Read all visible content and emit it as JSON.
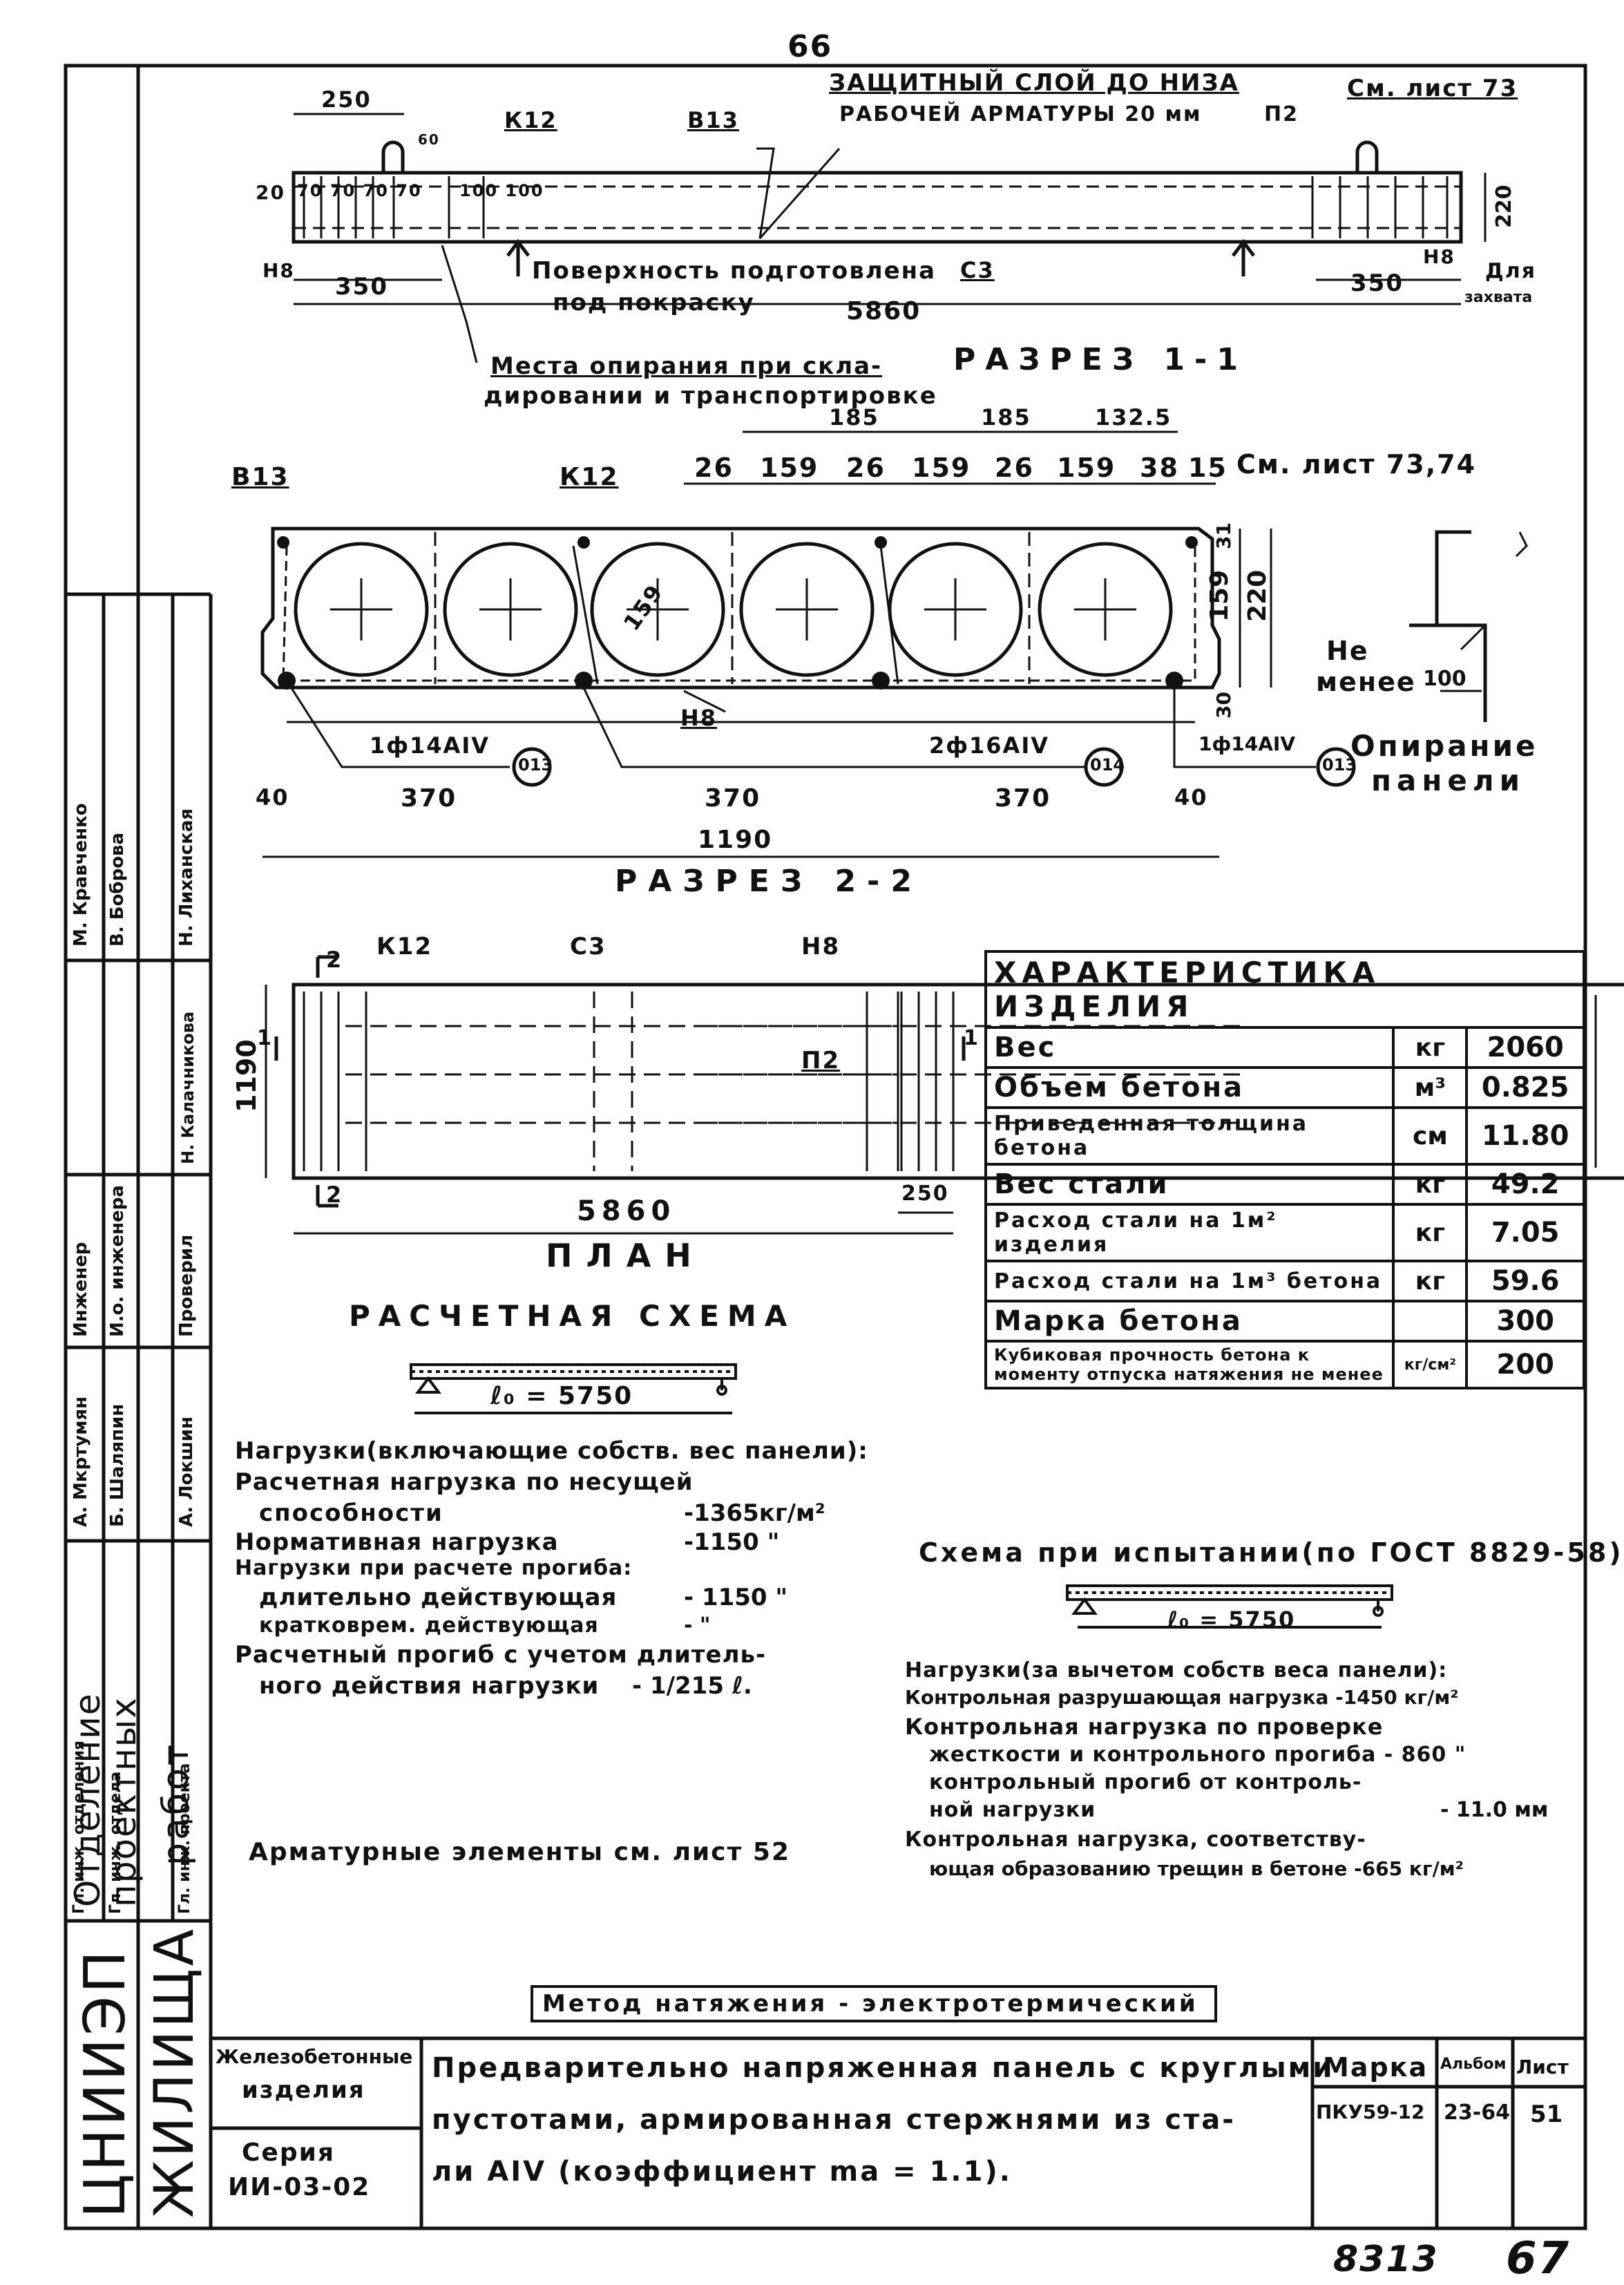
{
  "page": {
    "top_number": "66",
    "bottom_number": "67",
    "bottom_code": "8313"
  },
  "section1": {
    "title": "РАЗРЕЗ 1-1",
    "note_protect": "ЗАЩИТНЫЙ СЛОЙ ДО НИЗА",
    "note_protect2": "РАБОЧЕЙ АРМАТУРЫ 20 мм",
    "see_sheet": "См. лист 73",
    "label_p2": "П2",
    "label_k12": "К12",
    "label_v13": "В13",
    "label_n8_left": "Н8",
    "label_n8_right": "Н8",
    "label_c3": "С3",
    "dim_250": "250",
    "dim_60": "60",
    "dim_20": "20",
    "dim_spacing": "70 70 70 70",
    "dim_100": "100 100",
    "dim_350_left": "350",
    "dim_350_right": "350",
    "dim_220": "220",
    "dim_5860": "5860",
    "note_surface": "Поверхность подготовлена",
    "note_surface2": "под покраску",
    "note_grip": "Для",
    "note_grip2": "захвата",
    "note_support": "Места опирания при скла-",
    "note_support2": "дировании и транспортировке"
  },
  "section2": {
    "title": "РАЗРЕЗ 2-2",
    "label_v13": "В13",
    "label_k12": "К12",
    "label_n8": "Н8",
    "see_sheet": "См. лист 73,74",
    "dims_top": [
      "185",
      "185",
      "132.5"
    ],
    "dims_row": [
      "26",
      "159",
      "26",
      "159",
      "26",
      "159",
      "38",
      "15"
    ],
    "dim_diam": "159",
    "dim_31": "31",
    "dim_159v": "159",
    "dim_220v": "220",
    "dim_30": "30",
    "bar_left": "1ф14АIV",
    "bar_mid": "2ф16АIV",
    "bar_right": "1ф14АIV",
    "circle_left": "013",
    "circle_mid": "014",
    "circle_right": "013",
    "dims_bottom": [
      "40",
      "370",
      "370",
      "370",
      "40"
    ],
    "dim_total": "1190"
  },
  "support": {
    "label1": "Не",
    "label2": "менее",
    "dim": "100",
    "title1": "Опирание",
    "title2": "панели"
  },
  "plan": {
    "title": "ПЛАН",
    "label_k12": "К12",
    "label_c3": "С3",
    "label_n8": "Н8",
    "label_p2": "П2",
    "mark_2_top": "2",
    "mark_2_bottom": "2",
    "mark_1_left": "1",
    "mark_1_right": "1",
    "dim_1190": "1190",
    "dim_5860": "5860",
    "dim_250": "250"
  },
  "characteristics": {
    "title": "ХАРАКТЕРИСТИКА ИЗДЕЛИЯ",
    "rows": [
      {
        "name": "Вес",
        "unit": "кг",
        "value": "2060"
      },
      {
        "name": "Объем бетона",
        "unit": "м³",
        "value": "0.825"
      },
      {
        "name": "Приведенная толщина бетона",
        "unit": "см",
        "value": "11.80"
      },
      {
        "name": "Вес стали",
        "unit": "кг",
        "value": "49.2"
      },
      {
        "name": "Расход стали на 1м² изделия",
        "unit": "кг",
        "value": "7.05"
      },
      {
        "name": "Расход стали на 1м³ бетона",
        "unit": "кг",
        "value": "59.6"
      },
      {
        "name": "Марка бетона",
        "unit": "",
        "value": "300"
      },
      {
        "name": "Кубиковая прочность бетона к моменту отпуска натяжения не менее",
        "unit": "кг/см²",
        "value": "200"
      }
    ]
  },
  "calc_scheme": {
    "title": "РАСЧЕТНАЯ СХЕМА",
    "span": "ℓ₀ = 5750",
    "loads_header": "Нагрузки(включающие собств. вес панели):",
    "line1": "Расчетная нагрузка по несущей",
    "line2": "способности",
    "line2_val": "-1365кг/м²",
    "line3": "Нормативная нагрузка",
    "line3_val": "-1150 \"",
    "line4": "Нагрузки при расчете прогиба:",
    "line5": "длительно действующая",
    "line5_val": "- 1150 \"",
    "line6": "кратковрем. действующая",
    "line6_val": "- \"",
    "line7": "Расчетный прогиб с учетом длитель-",
    "line8": "ного действия нагрузки",
    "line8_val": "- 1/215 ℓ."
  },
  "test_scheme": {
    "title": "Схема при испытании(по ГОСТ 8829-58)",
    "span": "ℓ₀ = 5750",
    "line1": "Нагрузки(за вычетом собств веса панели):",
    "line2": "Контрольная разрушающая нагрузка -1450 кг/м²",
    "line3": "Контрольная нагрузка по проверке",
    "line4": "жесткости и контрольного прогиба - 860 \"",
    "line5": "контрольный прогиб от контроль-",
    "line6": "ной нагрузки",
    "line6_val": "- 11.0 мм",
    "line7": "Контрольная нагрузка, соответству-",
    "line8": "ющая образованию трещин в бетоне -665 кг/м²"
  },
  "notes": {
    "armature": "Арматурные элементы см. лист 52",
    "method": "Метод натяжения - электротермический"
  },
  "title_block": {
    "org1": "ЦНИИЭП",
    "org2": "ЖИЛИЩА",
    "dept1": "Отделение",
    "dept2": "проектных",
    "dept3": "работ",
    "product_type1": "Железобетонные",
    "product_type2": "изделия",
    "series_label": "Серия",
    "series": "ИИ-03-02",
    "description1": "Предварительно напряженная панель с круглыми",
    "description2": "пустотами, армированная стержнями из ста-",
    "description3": "ли АIV (коэффициент mа = 1.1).",
    "mark_header": "Марка",
    "album_header": "Альбом",
    "sheet_header": "Лист",
    "mark": "ПКУ59-12",
    "album": "23-64",
    "sheet": "51"
  },
  "staff": [
    {
      "role": "Гл. инж. отделения",
      "name": "М. Кравченко"
    },
    {
      "role": "Гл. инж. отдела",
      "name": "В. Боброва"
    },
    {
      "role": "Гл. инж. проекта",
      "name": "Н. Лиханская"
    },
    {
      "role": "Инженер",
      "name": "А. Мкртумян"
    },
    {
      "role": "И.о. инженера",
      "name": "Б. Шаляпин"
    },
    {
      "role": "Проверил",
      "name": "А. Локшин"
    },
    {
      "role": "",
      "name": "Н. Калачникова"
    }
  ]
}
